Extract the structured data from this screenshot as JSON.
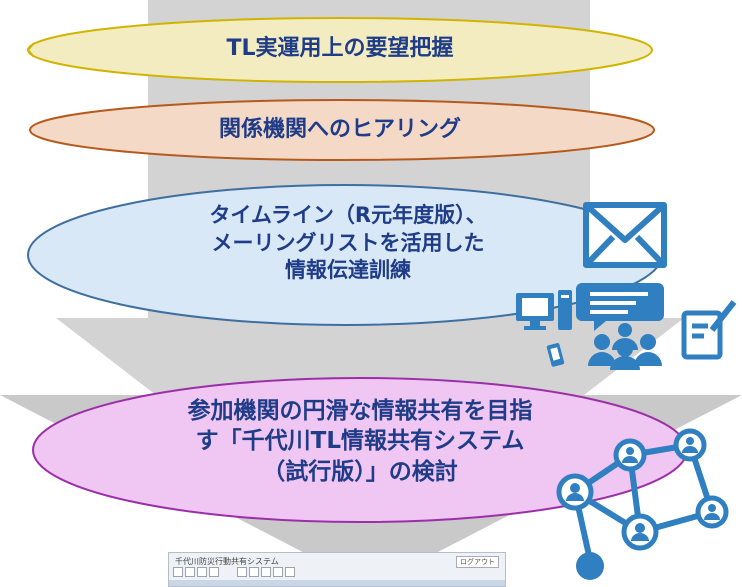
{
  "colors": {
    "arrow": "#d3d3d3",
    "step1_fill": "#f2ecc0",
    "step1_stroke": "#d0b400",
    "step2_fill": "#f5d9c7",
    "step2_stroke": "#b55a1c",
    "step3_fill": "#d8e8f6",
    "step3_stroke": "#3f6f9f",
    "step4_fill": "#f0c6f2",
    "step4_stroke": "#9b2fa8",
    "text": "#1f3c88",
    "icon_blue": "#2f7fc1"
  },
  "steps": [
    {
      "lines": [
        "TL実運用上の要望把握"
      ]
    },
    {
      "lines": [
        "関係機関へのヒアリング"
      ]
    },
    {
      "lines": [
        "タイムライン（R元年度版）、",
        "メーリングリストを活用した",
        "情報伝達訓練"
      ]
    },
    {
      "lines": [
        "参加機関の円滑な情報共有を目指",
        "す「千代川TL情報共有システム",
        "（試行版）」の検討"
      ]
    }
  ],
  "screenshot": {
    "title": "千代川防災行動共有システム",
    "badge": "ログアウト"
  },
  "icons": [
    "envelope-icon",
    "computer-icon",
    "chat-bubble-icon",
    "meeting-people-icon",
    "clipboard-pen-icon",
    "mobile-phone-icon",
    "network-people-icon"
  ]
}
